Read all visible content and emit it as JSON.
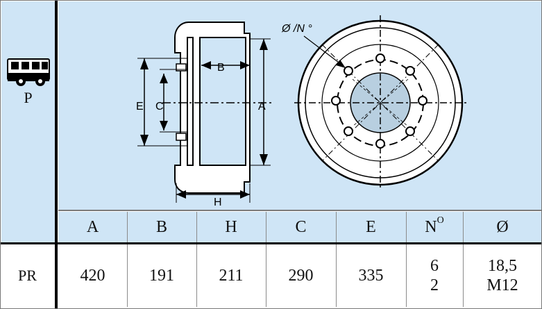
{
  "vehicle_class": "P",
  "row_label": "PR",
  "columns": [
    {
      "key": "A",
      "label": "A"
    },
    {
      "key": "B",
      "label": "B"
    },
    {
      "key": "H",
      "label": "H"
    },
    {
      "key": "C",
      "label": "C"
    },
    {
      "key": "E",
      "label": "E"
    },
    {
      "key": "N",
      "label": "N",
      "superscript": "O"
    },
    {
      "key": "D",
      "label": "Ø"
    }
  ],
  "values": {
    "A": "420",
    "B": "191",
    "H": "211",
    "C": "290",
    "E": "335",
    "N_line1": "6",
    "N_line2": "2",
    "D_line1": "18,5",
    "D_line2": "M12"
  },
  "drawing_labels": {
    "A": "A",
    "B": "B",
    "C": "C",
    "E": "E",
    "H": "H",
    "hole_spec": "Ø /N °"
  },
  "colors": {
    "panel": "#cfe5f6",
    "divider": "#000000",
    "drum_fill": "#b8cfe0"
  }
}
